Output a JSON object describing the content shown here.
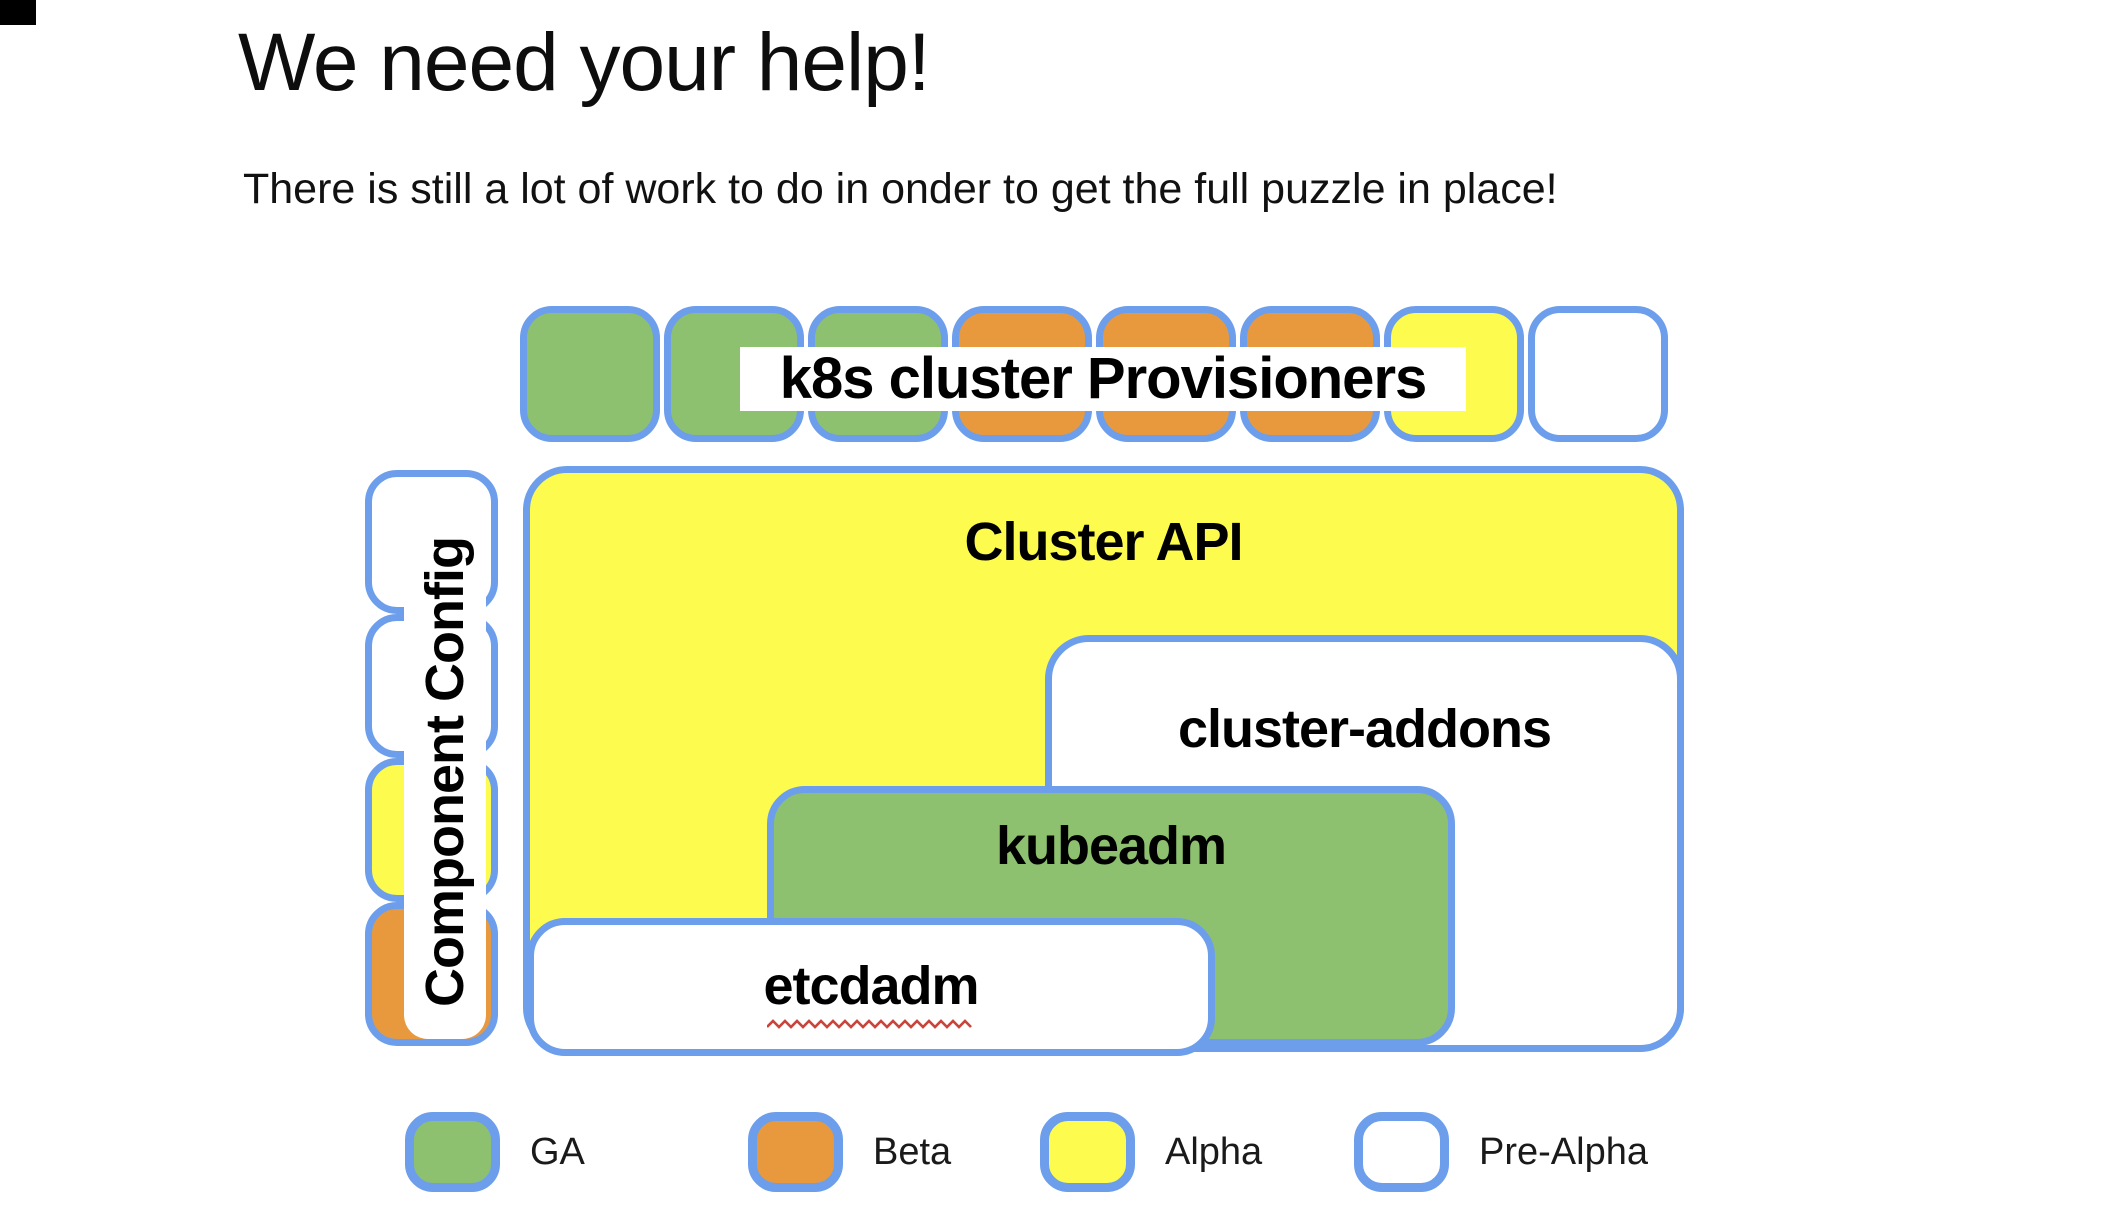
{
  "title": "We need your help!",
  "subtitle": "There is still a lot of work to do in onder to get the full puzzle in place!",
  "colors": {
    "ga": "#8ec16f",
    "beta": "#e8993d",
    "alpha": "#fdfb4d",
    "pre_alpha": "#ffffff",
    "border": "#6d9eeb",
    "spellcheck": "#c9443a"
  },
  "diagram": {
    "provisioners": {
      "label": "k8s cluster Provisioners",
      "squares": [
        "ga",
        "ga",
        "ga",
        "beta",
        "beta",
        "beta",
        "alpha",
        "pre_alpha"
      ]
    },
    "component_config": {
      "label": "Component Config",
      "squares": [
        "pre_alpha",
        "pre_alpha",
        "alpha",
        "beta"
      ]
    },
    "boxes": {
      "cluster_api": {
        "label": "Cluster API",
        "status": "alpha"
      },
      "cluster_addons": {
        "label": "cluster-addons",
        "status": "pre_alpha"
      },
      "kubeadm": {
        "label": "kubeadm",
        "status": "ga"
      },
      "etcdadm": {
        "label": "etcdadm",
        "status": "pre_alpha",
        "spellcheck_underline": true
      }
    }
  },
  "legend": [
    {
      "label": "GA",
      "status": "ga"
    },
    {
      "label": "Beta",
      "status": "beta"
    },
    {
      "label": "Alpha",
      "status": "alpha"
    },
    {
      "label": "Pre-Alpha",
      "status": "pre_alpha"
    }
  ]
}
